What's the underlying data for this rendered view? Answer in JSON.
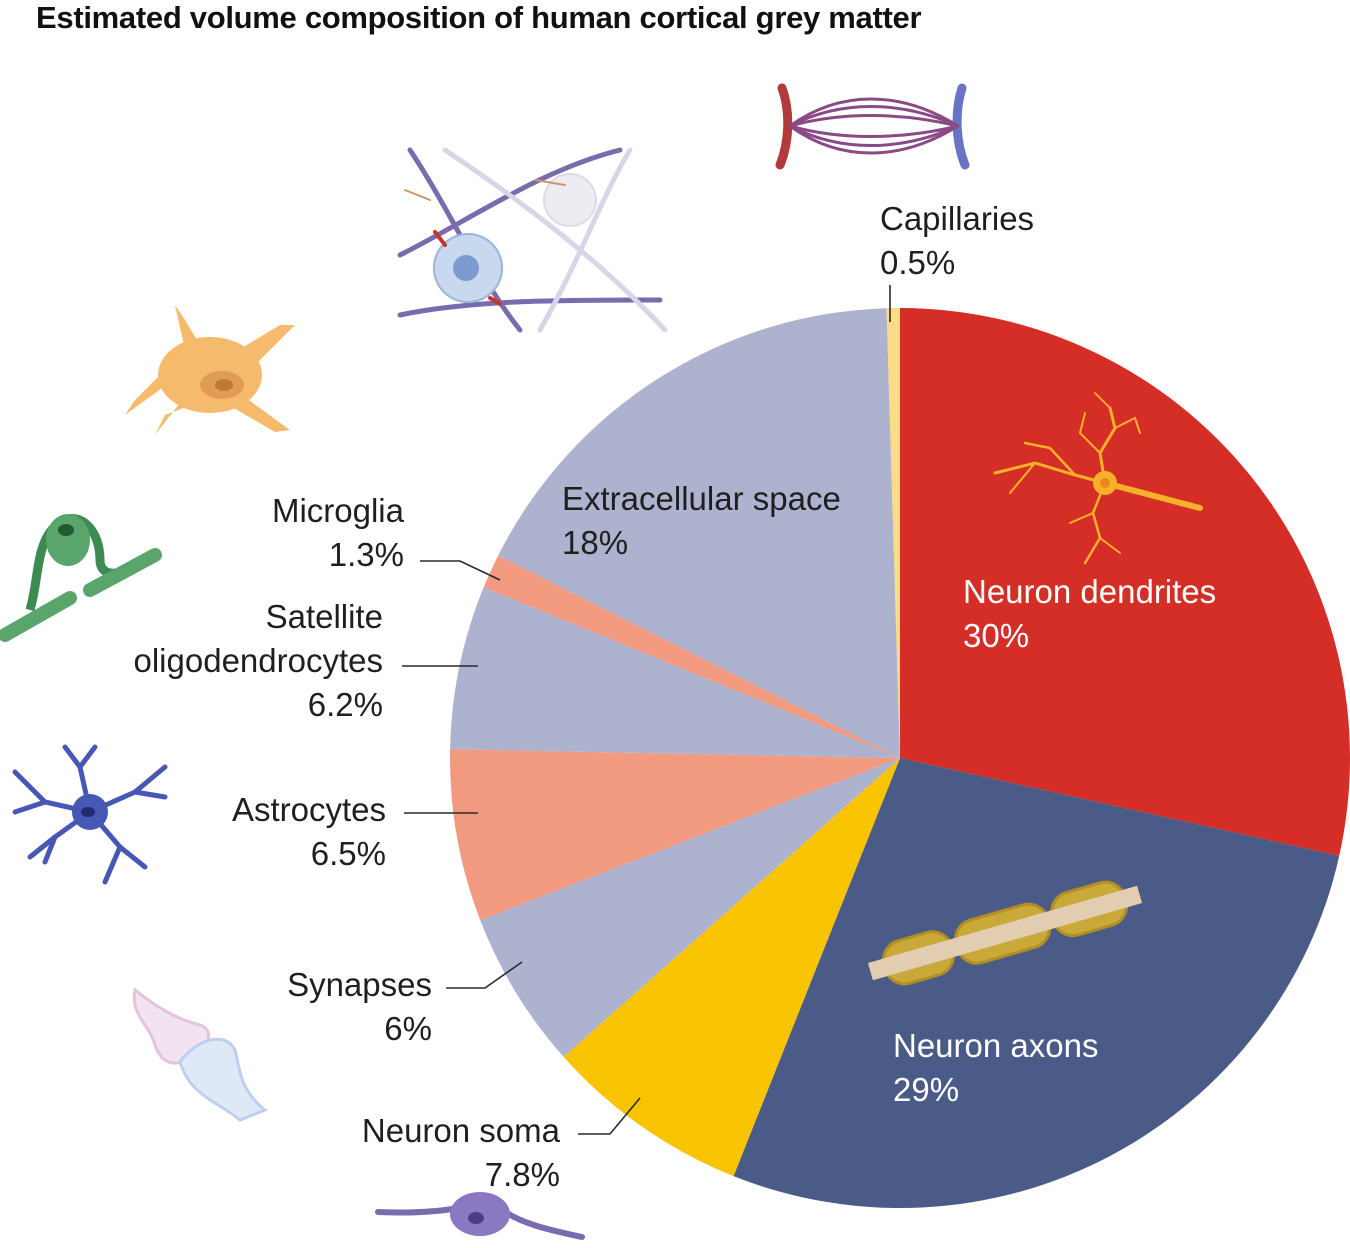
{
  "chart_data": {
    "type": "pie",
    "title": "Estimated volume composition of human cortical grey matter",
    "slices": [
      {
        "label": "Neuron dendrites",
        "value_text": "30%",
        "value": 30,
        "color": "#d42e26"
      },
      {
        "label": "Neuron axons",
        "value_text": "29%",
        "value": 29,
        "color": "#4a5b87"
      },
      {
        "label": "Neuron soma",
        "value_text": "7.8%",
        "value": 7.8,
        "color": "#f8c300"
      },
      {
        "label": "Synapses",
        "value_text": "6%",
        "value": 6,
        "color": "#adb3cf"
      },
      {
        "label": "Astrocytes",
        "value_text": "6.5%",
        "value": 6.5,
        "color": "#f29a80"
      },
      {
        "label": "Satellite oligodendrocytes",
        "label_lines": [
          "Satellite",
          "oligodendrocytes"
        ],
        "value_text": "6.2%",
        "value": 6.2,
        "color": "#adb3cf"
      },
      {
        "label": "Microglia",
        "value_text": "1.3%",
        "value": 1.3,
        "color": "#f29a80"
      },
      {
        "label": "Extracellular space",
        "value_text": "18%",
        "value": 18,
        "color": "#adb3cf"
      },
      {
        "label": "Capillaries",
        "value_text": "0.5%",
        "value": 0.5,
        "color": "#fbdc86"
      }
    ]
  },
  "icons": [
    "dendrite-neuron-icon",
    "myelinated-axon-icon",
    "soma-neuron-icon",
    "synapse-icon",
    "astrocyte-icon",
    "oligodendrocyte-icon",
    "microglia-icon",
    "extracellular-matrix-icon",
    "capillary-icon"
  ]
}
